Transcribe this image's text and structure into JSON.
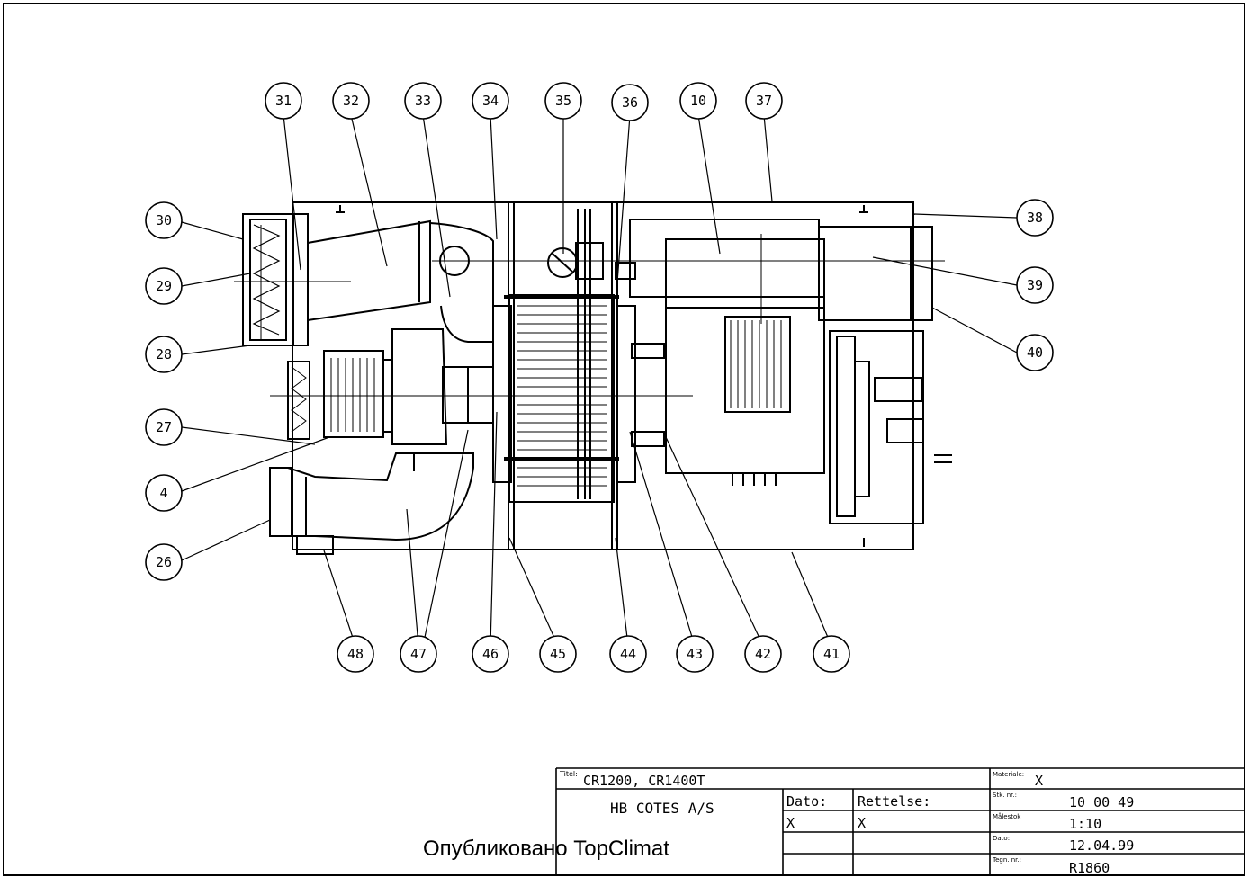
{
  "callouts_top": [
    "31",
    "32",
    "33",
    "34",
    "35",
    "36",
    "10",
    "37"
  ],
  "callouts_left": [
    "30",
    "29",
    "28",
    "27",
    "4",
    "26"
  ],
  "callouts_right": [
    "38",
    "39",
    "40"
  ],
  "callouts_bottom": [
    "48",
    "47",
    "46",
    "45",
    "44",
    "43",
    "42",
    "41"
  ],
  "title_block": {
    "titel_label": "Titel:",
    "titel_value": "CR1200, CR1400T",
    "company": "HB COTES A/S",
    "dato_label": "Dato:",
    "rettelse_label": "Rettelse:",
    "dato_value": "X",
    "rettelse_value": "X",
    "materiale_label": "Materiale:",
    "materiale_value": "X",
    "stk_label": "Stk. nr.:",
    "stk_value": "10 00 49",
    "maalestok_label": "Målestok",
    "maalestok_value": "1:10",
    "dato2_label": "Dato:",
    "dato2_value": "12.04.99",
    "tegn_label": "Tegn. nr.:",
    "tegn_value": "R1860"
  },
  "watermark": "Опубликовано TopClimat"
}
